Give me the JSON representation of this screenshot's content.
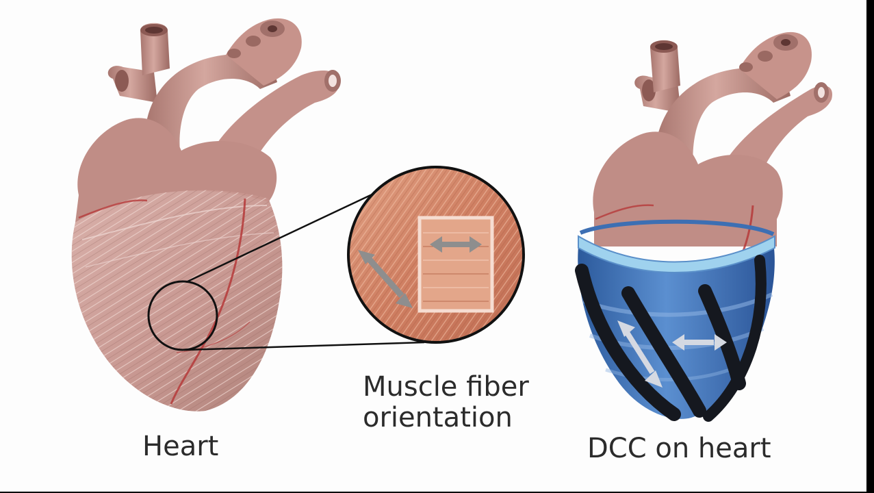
{
  "labels": {
    "heart": "Heart",
    "muscle_line1": "Muscle fiber",
    "muscle_line2": "orientation",
    "dcc": "DCC on heart"
  },
  "colors": {
    "heart_flesh": "#c99690",
    "heart_shadow": "#9e6c66",
    "heart_highlight": "#e4bcb4",
    "vessel_red": "#b53a3a",
    "muscle_texture": "#d3876a",
    "arrow_gray": "#8e8e8e",
    "dcc_blue": "#3d6fb3",
    "dcc_rim": "#9fd2ee",
    "dcc_band": "#15181f"
  }
}
